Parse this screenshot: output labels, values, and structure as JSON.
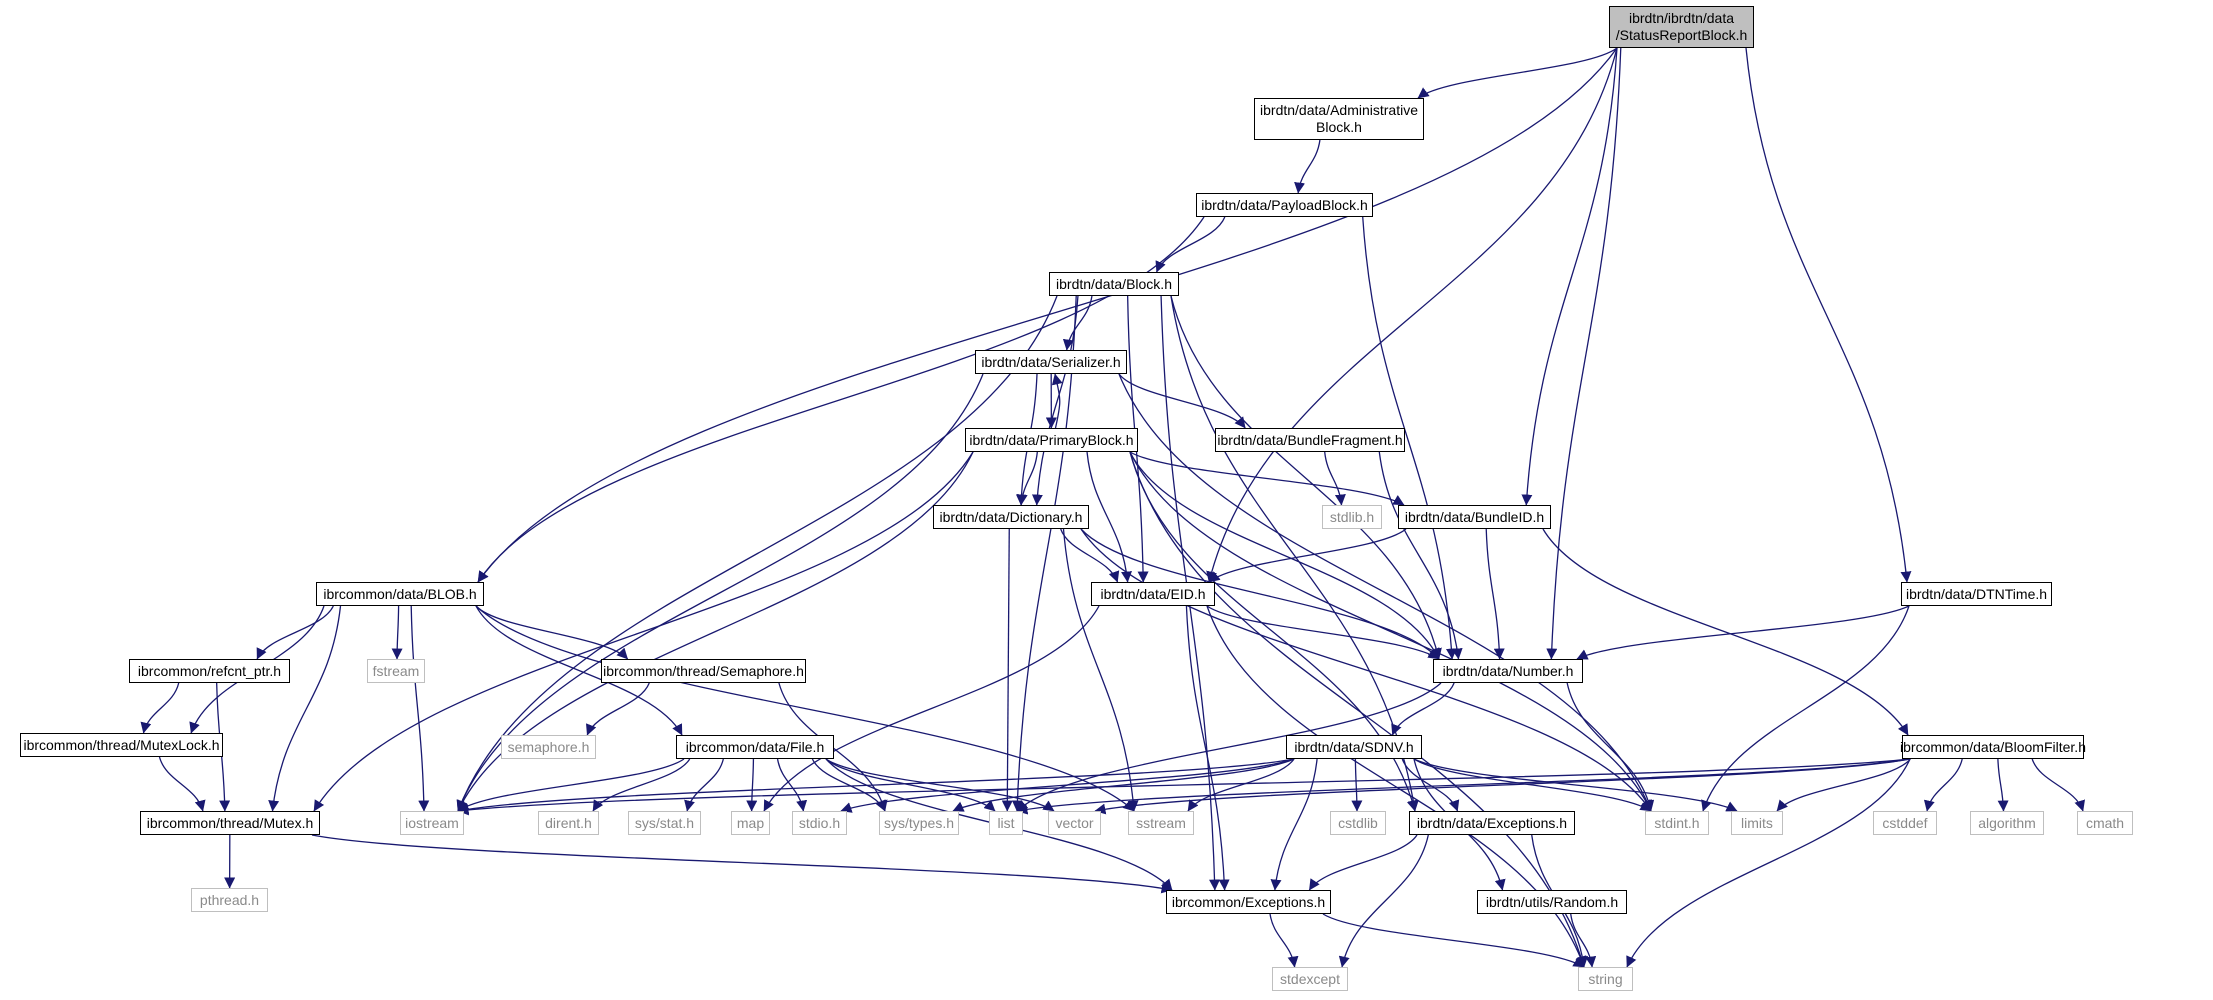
{
  "colors": {
    "edge": "#191970",
    "node_border": "#000000",
    "external_border": "#bfbfbf",
    "external_text": "#8a8a8a",
    "root_fill": "#bfbfbf"
  },
  "nodes": {
    "statusreport": {
      "label": "ibrdtn/ibrdtn/data\n/StatusReportBlock.h"
    },
    "administrative": {
      "label": "ibrdtn/data/Administrative\nBlock.h"
    },
    "payload": {
      "label": "ibrdtn/data/PayloadBlock.h"
    },
    "block": {
      "label": "ibrdtn/data/Block.h"
    },
    "serializer": {
      "label": "ibrdtn/data/Serializer.h"
    },
    "primary": {
      "label": "ibrdtn/data/PrimaryBlock.h"
    },
    "fragment": {
      "label": "ibrdtn/data/BundleFragment.h"
    },
    "dictionary": {
      "label": "ibrdtn/data/Dictionary.h"
    },
    "stdlib_h": {
      "label": "stdlib.h"
    },
    "bundleid": {
      "label": "ibrdtn/data/BundleID.h"
    },
    "blob": {
      "label": "ibrcommon/data/BLOB.h"
    },
    "eid": {
      "label": "ibrdtn/data/EID.h"
    },
    "dtntime": {
      "label": "ibrdtn/data/DTNTime.h"
    },
    "refcnt": {
      "label": "ibrcommon/refcnt_ptr.h"
    },
    "fstream": {
      "label": "fstream"
    },
    "semaphore": {
      "label": "ibrcommon/thread/Semaphore.h"
    },
    "number": {
      "label": "ibrdtn/data/Number.h"
    },
    "mutexlock": {
      "label": "ibrcommon/thread/MutexLock.h"
    },
    "semaphore_h": {
      "label": "semaphore.h"
    },
    "file": {
      "label": "ibrcommon/data/File.h"
    },
    "sdnv": {
      "label": "ibrdtn/data/SDNV.h"
    },
    "bloom": {
      "label": "ibrcommon/data/BloomFilter.h"
    },
    "mutex": {
      "label": "ibrcommon/thread/Mutex.h"
    },
    "iostream": {
      "label": "iostream"
    },
    "dirent": {
      "label": "dirent.h"
    },
    "sysstat": {
      "label": "sys/stat.h"
    },
    "map": {
      "label": "map"
    },
    "stdio": {
      "label": "stdio.h"
    },
    "systypes": {
      "label": "sys/types.h"
    },
    "list": {
      "label": "list"
    },
    "vector": {
      "label": "vector"
    },
    "sstream": {
      "label": "sstream"
    },
    "cstdlib": {
      "label": "cstdlib"
    },
    "dexceptions": {
      "label": "ibrdtn/data/Exceptions.h"
    },
    "stdint": {
      "label": "stdint.h"
    },
    "limits": {
      "label": "limits"
    },
    "cstddef": {
      "label": "cstddef"
    },
    "algorithm": {
      "label": "algorithm"
    },
    "cmath": {
      "label": "cmath"
    },
    "pthread": {
      "label": "pthread.h"
    },
    "cexceptions": {
      "label": "ibrcommon/Exceptions.h"
    },
    "random": {
      "label": "ibrdtn/utils/Random.h"
    },
    "stdexcept": {
      "label": "stdexcept"
    },
    "string": {
      "label": "string"
    }
  },
  "edges": [
    [
      "statusreport",
      "administrative"
    ],
    [
      "statusreport",
      "blob"
    ],
    [
      "statusreport",
      "eid"
    ],
    [
      "statusreport",
      "bundleid"
    ],
    [
      "statusreport",
      "number"
    ],
    [
      "statusreport",
      "dtntime"
    ],
    [
      "administrative",
      "payload"
    ],
    [
      "payload",
      "block"
    ],
    [
      "payload",
      "blob"
    ],
    [
      "payload",
      "number"
    ],
    [
      "block",
      "serializer"
    ],
    [
      "block",
      "dictionary"
    ],
    [
      "block",
      "eid"
    ],
    [
      "block",
      "number"
    ],
    [
      "block",
      "list"
    ],
    [
      "block",
      "iostream"
    ],
    [
      "block",
      "dexceptions"
    ],
    [
      "block",
      "cexceptions"
    ],
    [
      "serializer",
      "primary"
    ],
    [
      "serializer",
      "dictionary"
    ],
    [
      "serializer",
      "fragment"
    ],
    [
      "serializer",
      "iostream"
    ],
    [
      "serializer",
      "stdint"
    ],
    [
      "primary",
      "serializer"
    ],
    [
      "primary",
      "dictionary"
    ],
    [
      "primary",
      "eid"
    ],
    [
      "primary",
      "number"
    ],
    [
      "primary",
      "bundleid"
    ],
    [
      "primary",
      "mutex"
    ],
    [
      "primary",
      "iostream"
    ],
    [
      "primary",
      "string"
    ],
    [
      "primary",
      "dexceptions"
    ],
    [
      "primary",
      "stdint"
    ],
    [
      "fragment",
      "stdlib_h"
    ],
    [
      "fragment",
      "number"
    ],
    [
      "dictionary",
      "eid"
    ],
    [
      "dictionary",
      "number"
    ],
    [
      "dictionary",
      "list"
    ],
    [
      "dictionary",
      "sstream"
    ],
    [
      "dictionary",
      "stdint"
    ],
    [
      "bundleid",
      "eid"
    ],
    [
      "bundleid",
      "number"
    ],
    [
      "bundleid",
      "bloom"
    ],
    [
      "blob",
      "refcnt"
    ],
    [
      "blob",
      "mutexlock"
    ],
    [
      "blob",
      "mutex"
    ],
    [
      "blob",
      "fstream"
    ],
    [
      "blob",
      "semaphore"
    ],
    [
      "blob",
      "file"
    ],
    [
      "blob",
      "iostream"
    ],
    [
      "blob",
      "sstream"
    ],
    [
      "eid",
      "number"
    ],
    [
      "eid",
      "cexceptions"
    ],
    [
      "eid",
      "map"
    ],
    [
      "eid",
      "string"
    ],
    [
      "dtntime",
      "number"
    ],
    [
      "dtntime",
      "stdint"
    ],
    [
      "refcnt",
      "mutexlock"
    ],
    [
      "refcnt",
      "mutex"
    ],
    [
      "semaphore",
      "semaphore_h"
    ],
    [
      "semaphore",
      "systypes"
    ],
    [
      "number",
      "sdnv"
    ],
    [
      "number",
      "list"
    ],
    [
      "number",
      "stdint"
    ],
    [
      "mutexlock",
      "mutex"
    ],
    [
      "file",
      "iostream"
    ],
    [
      "file",
      "dirent"
    ],
    [
      "file",
      "sysstat"
    ],
    [
      "file",
      "map"
    ],
    [
      "file",
      "stdio"
    ],
    [
      "file",
      "systypes"
    ],
    [
      "file",
      "list"
    ],
    [
      "file",
      "vector"
    ],
    [
      "file",
      "cexceptions"
    ],
    [
      "sdnv",
      "iostream"
    ],
    [
      "sdnv",
      "stdio"
    ],
    [
      "sdnv",
      "systypes"
    ],
    [
      "sdnv",
      "sstream"
    ],
    [
      "sdnv",
      "cstdlib"
    ],
    [
      "sdnv",
      "dexceptions"
    ],
    [
      "sdnv",
      "stdint"
    ],
    [
      "sdnv",
      "limits"
    ],
    [
      "sdnv",
      "random"
    ],
    [
      "sdnv",
      "cexceptions"
    ],
    [
      "bloom",
      "iostream"
    ],
    [
      "bloom",
      "list"
    ],
    [
      "bloom",
      "vector"
    ],
    [
      "bloom",
      "cstddef"
    ],
    [
      "bloom",
      "algorithm"
    ],
    [
      "bloom",
      "cmath"
    ],
    [
      "bloom",
      "limits"
    ],
    [
      "bloom",
      "string"
    ],
    [
      "mutex",
      "pthread"
    ],
    [
      "mutex",
      "cexceptions"
    ],
    [
      "dexceptions",
      "cexceptions"
    ],
    [
      "dexceptions",
      "stdexcept"
    ],
    [
      "dexceptions",
      "string"
    ],
    [
      "cexceptions",
      "stdexcept"
    ],
    [
      "cexceptions",
      "string"
    ],
    [
      "random",
      "string"
    ]
  ]
}
